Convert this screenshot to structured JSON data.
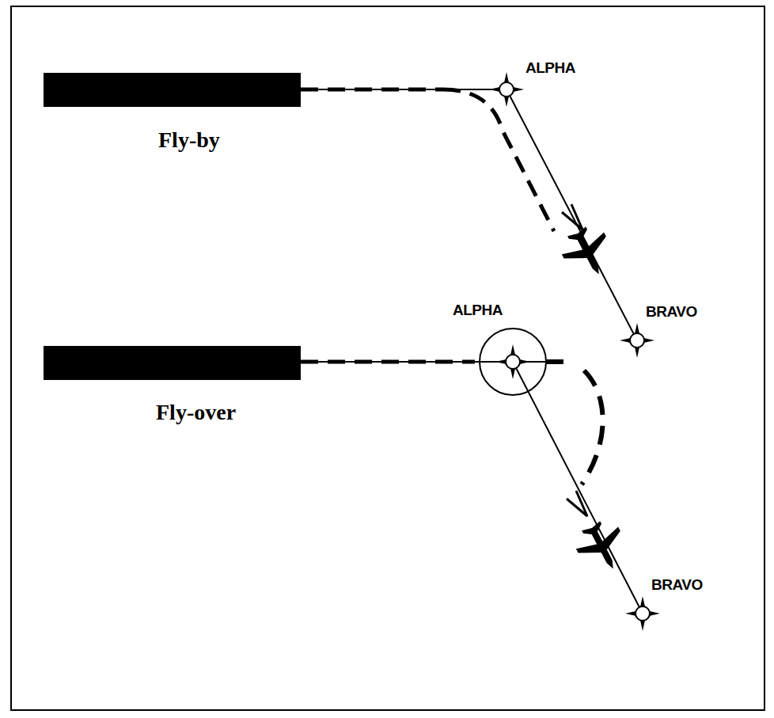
{
  "diagram": {
    "labels": [
      "ALPHA",
      "Fly-by",
      "BRAVO",
      "ALPHA",
      "Fly-over",
      "BRAVO"
    ]
  }
}
